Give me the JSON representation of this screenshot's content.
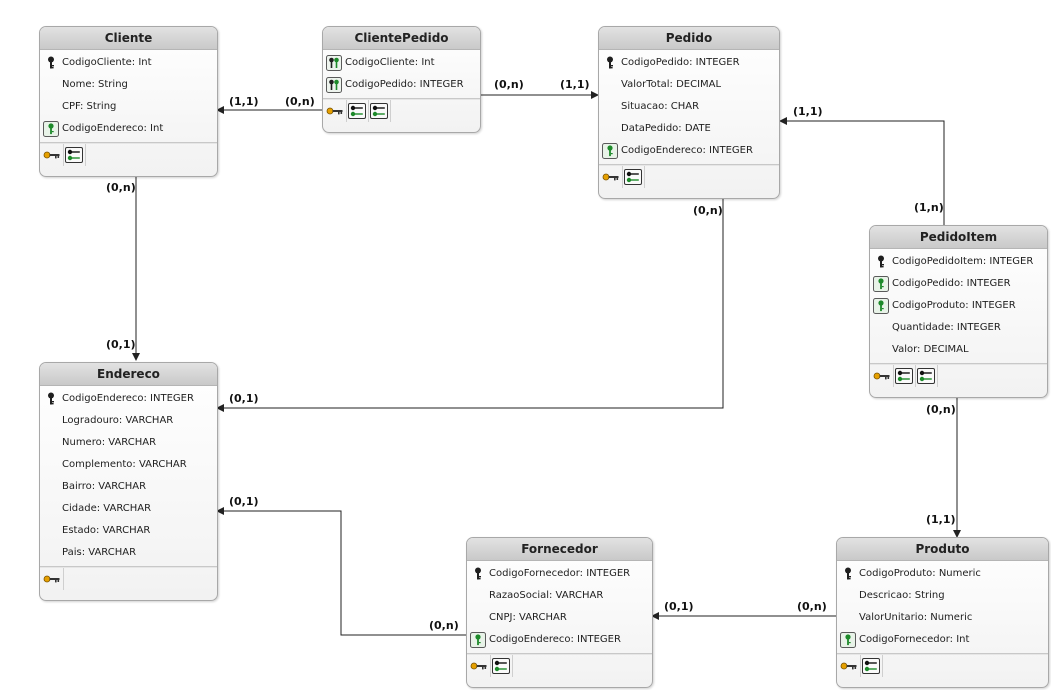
{
  "entities": {
    "cliente": {
      "title": "Cliente",
      "attrs": [
        {
          "text": "CodigoCliente: Int",
          "icon": "pk-icon"
        },
        {
          "text": "Nome: String",
          "icon": ""
        },
        {
          "text": "CPF: String",
          "icon": ""
        },
        {
          "text": "CodigoEndereco: Int",
          "icon": "fk-icon"
        }
      ],
      "keys": [
        "primary-key-index-icon",
        "foreign-key-index-icon"
      ]
    },
    "clientepedido": {
      "title": "ClientePedido",
      "attrs": [
        {
          "text": "CodigoCliente: Int",
          "icon": "pk-fk-icon"
        },
        {
          "text": "CodigoPedido: INTEGER",
          "icon": "pk-fk-icon"
        }
      ],
      "keys": [
        "primary-key-index-icon",
        "foreign-key-index-icon",
        "foreign-key-index-icon"
      ]
    },
    "pedido": {
      "title": "Pedido",
      "attrs": [
        {
          "text": "CodigoPedido: INTEGER",
          "icon": "pk-icon"
        },
        {
          "text": "ValorTotal: DECIMAL",
          "icon": ""
        },
        {
          "text": "Situacao: CHAR",
          "icon": ""
        },
        {
          "text": "DataPedido: DATE",
          "icon": ""
        },
        {
          "text": "CodigoEndereco: INTEGER",
          "icon": "fk-icon"
        }
      ],
      "keys": [
        "primary-key-index-icon",
        "foreign-key-index-icon"
      ]
    },
    "pedidoitem": {
      "title": "PedidoItem",
      "attrs": [
        {
          "text": "CodigoPedidoItem: INTEGER",
          "icon": "pk-icon"
        },
        {
          "text": "CodigoPedido: INTEGER",
          "icon": "fk-icon"
        },
        {
          "text": "CodigoProduto: INTEGER",
          "icon": "fk-icon"
        },
        {
          "text": "Quantidade: INTEGER",
          "icon": ""
        },
        {
          "text": "Valor: DECIMAL",
          "icon": ""
        }
      ],
      "keys": [
        "primary-key-index-icon",
        "foreign-key-index-icon",
        "foreign-key-index-icon"
      ]
    },
    "endereco": {
      "title": "Endereco",
      "attrs": [
        {
          "text": "CodigoEndereco: INTEGER",
          "icon": "pk-icon"
        },
        {
          "text": "Logradouro: VARCHAR",
          "icon": ""
        },
        {
          "text": "Numero: VARCHAR",
          "icon": ""
        },
        {
          "text": "Complemento: VARCHAR",
          "icon": ""
        },
        {
          "text": "Bairro: VARCHAR",
          "icon": ""
        },
        {
          "text": "Cidade: VARCHAR",
          "icon": ""
        },
        {
          "text": "Estado: VARCHAR",
          "icon": ""
        },
        {
          "text": "Pais: VARCHAR",
          "icon": ""
        }
      ],
      "keys": [
        "primary-key-index-icon"
      ]
    },
    "fornecedor": {
      "title": "Fornecedor",
      "attrs": [
        {
          "text": "CodigoFornecedor: INTEGER",
          "icon": "pk-icon"
        },
        {
          "text": "RazaoSocial: VARCHAR",
          "icon": ""
        },
        {
          "text": "CNPJ: VARCHAR",
          "icon": ""
        },
        {
          "text": "CodigoEndereco: INTEGER",
          "icon": "fk-icon"
        }
      ],
      "keys": [
        "primary-key-index-icon",
        "foreign-key-index-icon"
      ]
    },
    "produto": {
      "title": "Produto",
      "attrs": [
        {
          "text": "CodigoProduto: Numeric",
          "icon": "pk-icon"
        },
        {
          "text": "Descricao: String",
          "icon": ""
        },
        {
          "text": "ValorUnitario: Numeric",
          "icon": ""
        },
        {
          "text": "CodigoFornecedor: Int",
          "icon": "fk-icon"
        }
      ],
      "keys": [
        "primary-key-index-icon",
        "foreign-key-index-icon"
      ]
    }
  },
  "cardinalities": {
    "cliente_clientepedido_near_cliente": "(1,1)",
    "cliente_clientepedido_near_cp": "(0,n)",
    "cp_pedido_near_cp": "(0,n)",
    "cp_pedido_near_pedido": "(1,1)",
    "cliente_endereco_near_cliente": "(0,n)",
    "cliente_endereco_near_endereco": "(0,1)",
    "pedido_endereco_near_pedido": "(0,n)",
    "pedido_endereco_near_endereco": "(0,1)",
    "item_pedido_near_pedido": "(1,1)",
    "item_pedido_near_item": "(1,n)",
    "item_produto_near_item": "(0,n)",
    "item_produto_near_produto": "(1,1)",
    "fornecedor_endereco_near_endereco": "(0,1)",
    "fornecedor_endereco_near_fornecedor": "(0,n)",
    "produto_fornecedor_near_fornecedor": "(0,1)",
    "produto_fornecedor_near_produto": "(0,n)"
  }
}
